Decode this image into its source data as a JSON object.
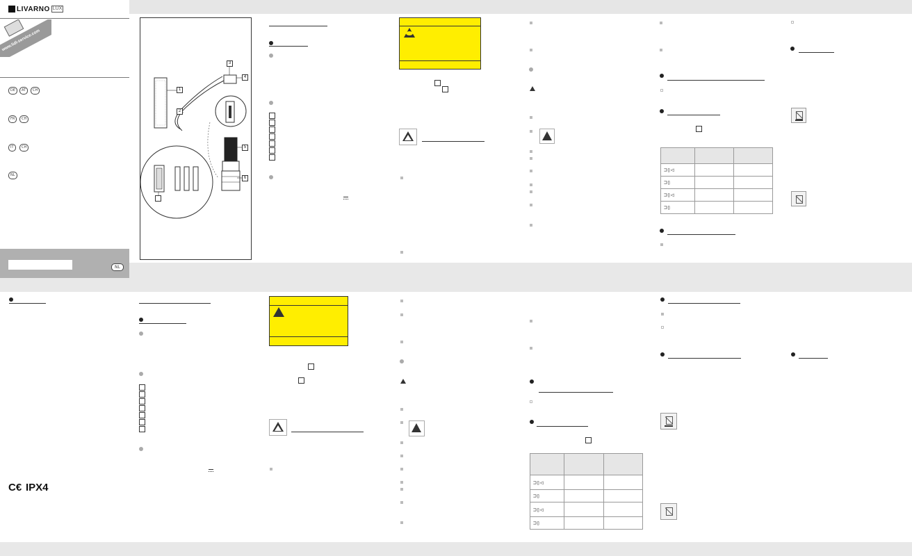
{
  "brand": {
    "name": "LIVARNO",
    "suffix": "LUX"
  },
  "website": "www.lidl-service.com",
  "country_groups": [
    [
      "DE",
      "AT",
      "CH"
    ],
    [
      "FR",
      "CH"
    ],
    [
      "IT",
      "CH"
    ],
    [
      "NL"
    ]
  ],
  "footer_country": "NL",
  "marks": {
    "ce": "C€",
    "ip": "IPX4"
  },
  "figure_labels": [
    "1",
    "2",
    "3",
    "4",
    "5",
    "6"
  ],
  "table_rows": 4,
  "colors": {
    "warning_yellow": "#ffee00",
    "panel_gray": "#b0b0b0",
    "band_gray": "#e8e8e8"
  }
}
